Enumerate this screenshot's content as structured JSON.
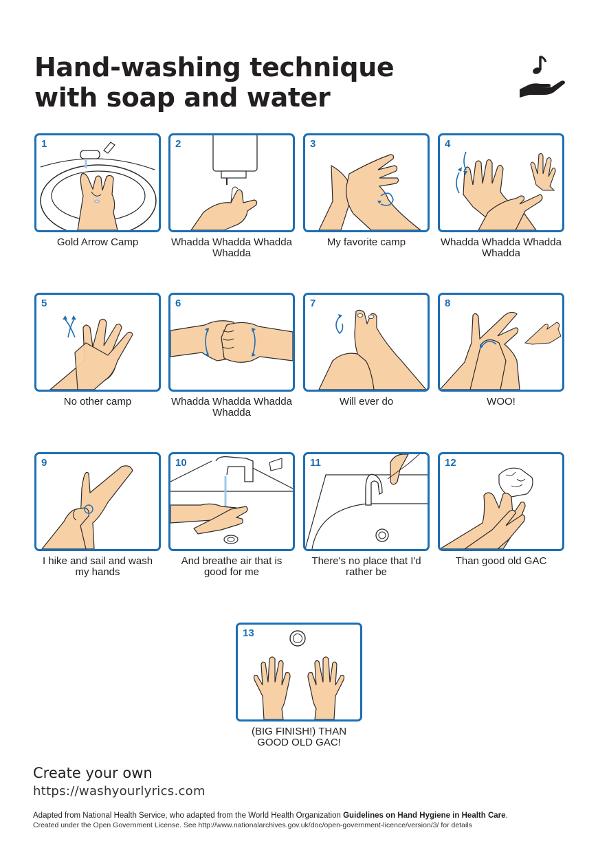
{
  "title": {
    "line1": "Hand-washing technique",
    "line2": "with soap and water"
  },
  "logo": {
    "icon": "hand-with-music-note-icon"
  },
  "steps": [
    {
      "number": "1",
      "caption": "Gold Arrow Camp",
      "illustration": "hands-under-tap-icon"
    },
    {
      "number": "2",
      "caption": "Whadda Whadda Whadda Whadda",
      "illustration": "soap-dispenser-icon"
    },
    {
      "number": "3",
      "caption": "My favorite camp",
      "illustration": "palm-to-palm-icon"
    },
    {
      "number": "4",
      "caption": "Whadda Whadda Whadda Whadda",
      "illustration": "back-of-hands-icon"
    },
    {
      "number": "5",
      "caption": "No other camp",
      "illustration": "interlaced-fingers-icon"
    },
    {
      "number": "6",
      "caption": "Whadda Whadda Whadda Whadda",
      "illustration": "interlocked-fingers-icon"
    },
    {
      "number": "7",
      "caption": "Will ever do",
      "illustration": "rotational-fingertips-icon"
    },
    {
      "number": "8",
      "caption": "WOO!",
      "illustration": "thumb-rub-icon"
    },
    {
      "number": "9",
      "caption": "I hike and sail and wash my hands",
      "illustration": "wrist-rub-icon"
    },
    {
      "number": "10",
      "caption": "And breathe air that is good for me",
      "illustration": "rinse-hands-icon"
    },
    {
      "number": "11",
      "caption": "There's no place that I'd rather be",
      "illustration": "turn-off-tap-icon"
    },
    {
      "number": "12",
      "caption": "Than good old GAC",
      "illustration": "towel-dry-icon"
    },
    {
      "number": "13",
      "caption": "(BIG FINISH!) THAN GOOD OLD GAC!",
      "illustration": "clean-hands-icon"
    }
  ],
  "create": {
    "heading": "Create your own",
    "url": "https://washyourlyrics.com"
  },
  "footer": {
    "line1_prefix": "Adapted from National Health Service, who adapted from the World Health Organization ",
    "line1_bold": "Guidelines on Hand Hygiene in Health Care",
    "line1_suffix": ".",
    "line2": "Created under the Open Government License. See http://www.nationalarchives.gov.uk/doc/open-government-licence/version/3/ for details"
  },
  "colors": {
    "border": "#1c6fb4",
    "skin": "#f8d0a6",
    "outline": "#2b2b2b",
    "text": "#231f20"
  }
}
